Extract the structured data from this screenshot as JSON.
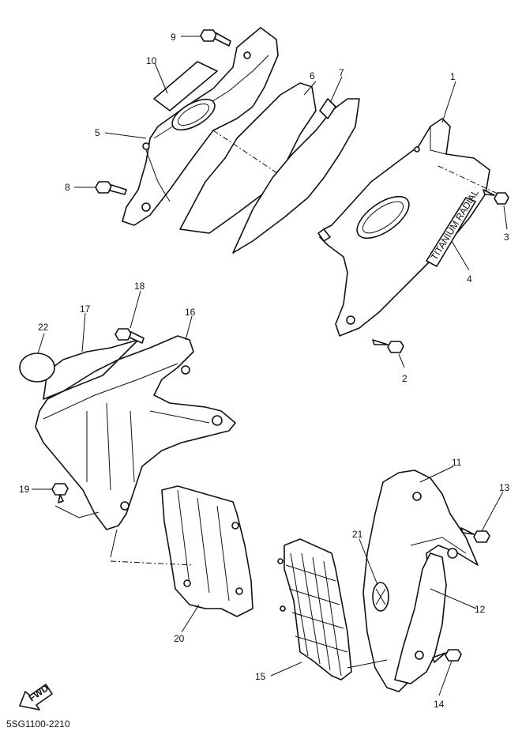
{
  "diagram_code": "5SG1100-2210",
  "fwd_label": "FWD",
  "callouts": {
    "c1": "1",
    "c2": "2",
    "c3": "3",
    "c4": "4",
    "c5": "5",
    "c6": "6",
    "c7": "7",
    "c8": "8",
    "c9": "9",
    "c10": "10",
    "c11": "11",
    "c12": "12",
    "c13": "13",
    "c14": "14",
    "c15": "15",
    "c16": "16",
    "c17": "17",
    "c18": "18",
    "c19": "19",
    "c20": "20",
    "c21": "21",
    "c22": "22"
  },
  "emblem_text": "TITANIUM RADIAL"
}
